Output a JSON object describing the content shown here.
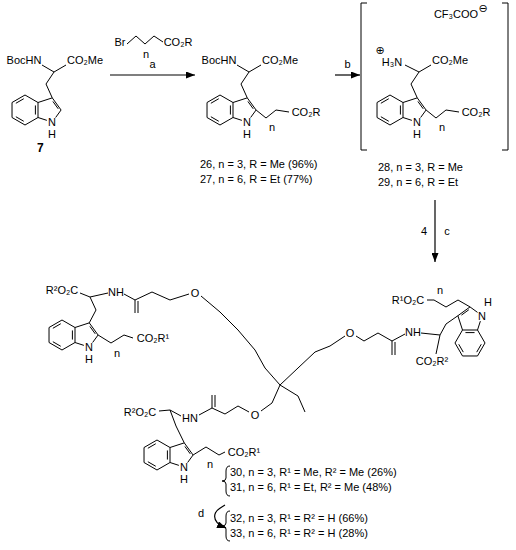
{
  "diagram": {
    "nodes": [
      {
        "text": [
          "7"
        ]
      },
      {
        "text": [
          "26, n = 3, R = Me (96%)",
          "27, n = 6, R = Et (77%)"
        ]
      },
      {
        "text": [
          "28, n = 3, R = Me",
          "29, n = 6, R = Et"
        ]
      },
      {
        "text": [
          "30, n = 3, R¹ = Me, R² = Me (26%)",
          "31, n = 6, R¹ = Et, R² = Me (48%)"
        ]
      },
      {
        "text": [
          "32, n = 3, R¹ = R² = H (66%)",
          "33, n = 6, R¹ = R² = H (28%)"
        ]
      }
    ],
    "edges": [
      {
        "from": 0,
        "to": 1,
        "label": "a",
        "arrow": "to"
      },
      {
        "from": 1,
        "to": 2,
        "label": "b",
        "arrow": "to"
      },
      {
        "from": 2,
        "to": 3,
        "label": "c",
        "arrow": "to"
      },
      {
        "from": 3,
        "to": 4,
        "label": "d",
        "arrow": "to"
      }
    ],
    "labels": [
      "BocHN",
      "CO₂Me",
      "N",
      "H",
      "Br",
      "n",
      "CO₂R",
      "BocHN",
      "CO₂Me",
      "N",
      "H",
      "CO₂R",
      "n",
      "CF₃COO",
      "⊖",
      "⊕",
      "H₃N",
      "CO₂Me",
      "N",
      "H",
      "CO₂R",
      "n",
      "4",
      "H",
      "N",
      "R¹O₂C",
      "n",
      "NH",
      "CO₂R²",
      "O",
      "R²O₂C",
      "NH",
      "O",
      "N",
      "H",
      "n",
      "CO₂R¹",
      "O",
      "HN",
      "R²O₂C",
      "N",
      "H",
      "n",
      "CO₂R¹"
    ]
  }
}
